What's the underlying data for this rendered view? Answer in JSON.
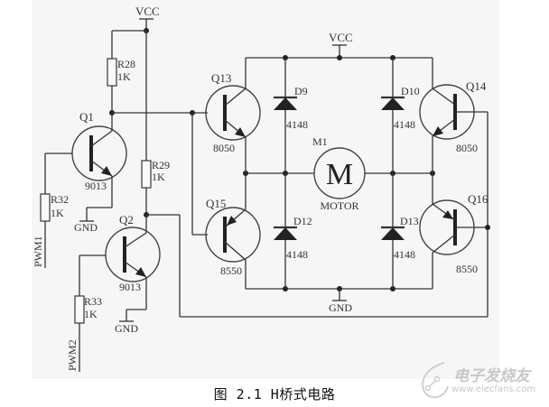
{
  "diagram": {
    "title": "H-bridge motor driver circuit",
    "caption": "图 2.1 H桥式电路",
    "power_labels": {
      "vcc_left": "VCC",
      "vcc_bridge": "VCC",
      "gnd_q1": "GND",
      "gnd_q2": "GND",
      "gnd_bridge": "GND"
    },
    "inputs": {
      "pwm1": "PWM1",
      "pwm2": "PWM2"
    },
    "resistors": [
      {
        "ref": "R28",
        "value": "1K"
      },
      {
        "ref": "R29",
        "value": "1K"
      },
      {
        "ref": "R32",
        "value": "1K"
      },
      {
        "ref": "R33",
        "value": "1K"
      }
    ],
    "transistors": [
      {
        "ref": "Q1",
        "part": "9013",
        "type": "NPN"
      },
      {
        "ref": "Q2",
        "part": "9013",
        "type": "NPN"
      },
      {
        "ref": "Q13",
        "part": "8050",
        "type": "NPN"
      },
      {
        "ref": "Q14",
        "part": "8050",
        "type": "NPN"
      },
      {
        "ref": "Q15",
        "part": "8550",
        "type": "PNP"
      },
      {
        "ref": "Q16",
        "part": "8550",
        "type": "PNP"
      }
    ],
    "diodes": [
      {
        "ref": "D9",
        "part": "4148"
      },
      {
        "ref": "D10",
        "part": "4148"
      },
      {
        "ref": "D12",
        "part": "4148"
      },
      {
        "ref": "D13",
        "part": "4148"
      }
    ],
    "motor": {
      "ref": "M1",
      "symbol": "M",
      "label": "MOTOR"
    }
  },
  "watermark": {
    "brand": "电子发烧友",
    "url": "www.elecfans.com"
  }
}
